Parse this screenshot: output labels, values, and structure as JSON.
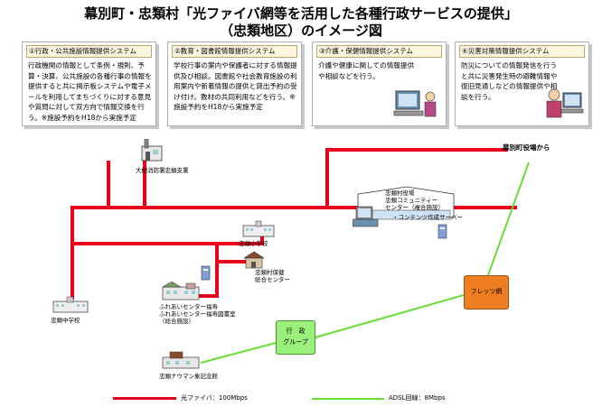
{
  "title": {
    "line1": "幕別町・忠類村「光ファイバ網等を活用した各種行政サービスの提供」",
    "line2": "（忠類地区）のイメージ図"
  },
  "services": [
    {
      "title": "①行政・公共施設情報提供システム",
      "text": "行政機関の情報として条例・規則、予算・決算、公共施設の各種行事の情報を提供すると共に揭示板システムや電子メールを利用してまちづくりに対する意見や質問に対して双方向で情報交換を行う。※施設予約をH18から実施予定"
    },
    {
      "title": "②教育・図書館情報提供システム",
      "text": "学校行事の案内や保護者に対する情報提供及び相談。図書館や社会教育施設の利用案内や新着情報の提供と貸出予約の受け付け。教材の共同利用などを行う。※施設予約をH18から実施予定"
    },
    {
      "title": "③介護・保健情報提供システム",
      "text": "介護や健康に関しての情報提供や相談などを行う。"
    },
    {
      "title": "④災害対策情報提供システム",
      "text": "防災についての情報発信を行うと共に災害発生時の避難情報や復旧見通しなどの情報提供や相談を行う。"
    }
  ],
  "nodes": {
    "fire_station": "大樹消防署忠類支署",
    "town_hall": "幕別町役場から",
    "community_center_1": "忠類村役場",
    "community_center_2": "忠類コミュニティー",
    "community_center_3": "センター（複合施設）",
    "content_server": "・コンテンツ作成サーバー",
    "elementary_school": "忠類小学校",
    "health_center_1": "忠類村保健",
    "health_center_2": "総合センター",
    "fureai_1": "ふれあいセンター福寿",
    "fureai_2": "ふれあいセンター福寿図書室",
    "fureai_3": "（総合施設）",
    "junior_high": "忠類中学校",
    "flets": "フレッツ網",
    "admin_group_1": "行　政",
    "admin_group_2": "グループ",
    "naumann": "忠類ナウマン象記念館"
  },
  "legend": {
    "fiber": "光ファイバ：100Mbps",
    "adsl": "ADSL回線：8Mbps"
  },
  "colors": {
    "fiber": "#e8001c",
    "adsl": "#66dd33",
    "flets": "#ef7d22",
    "admin_group": "#99f07a"
  }
}
